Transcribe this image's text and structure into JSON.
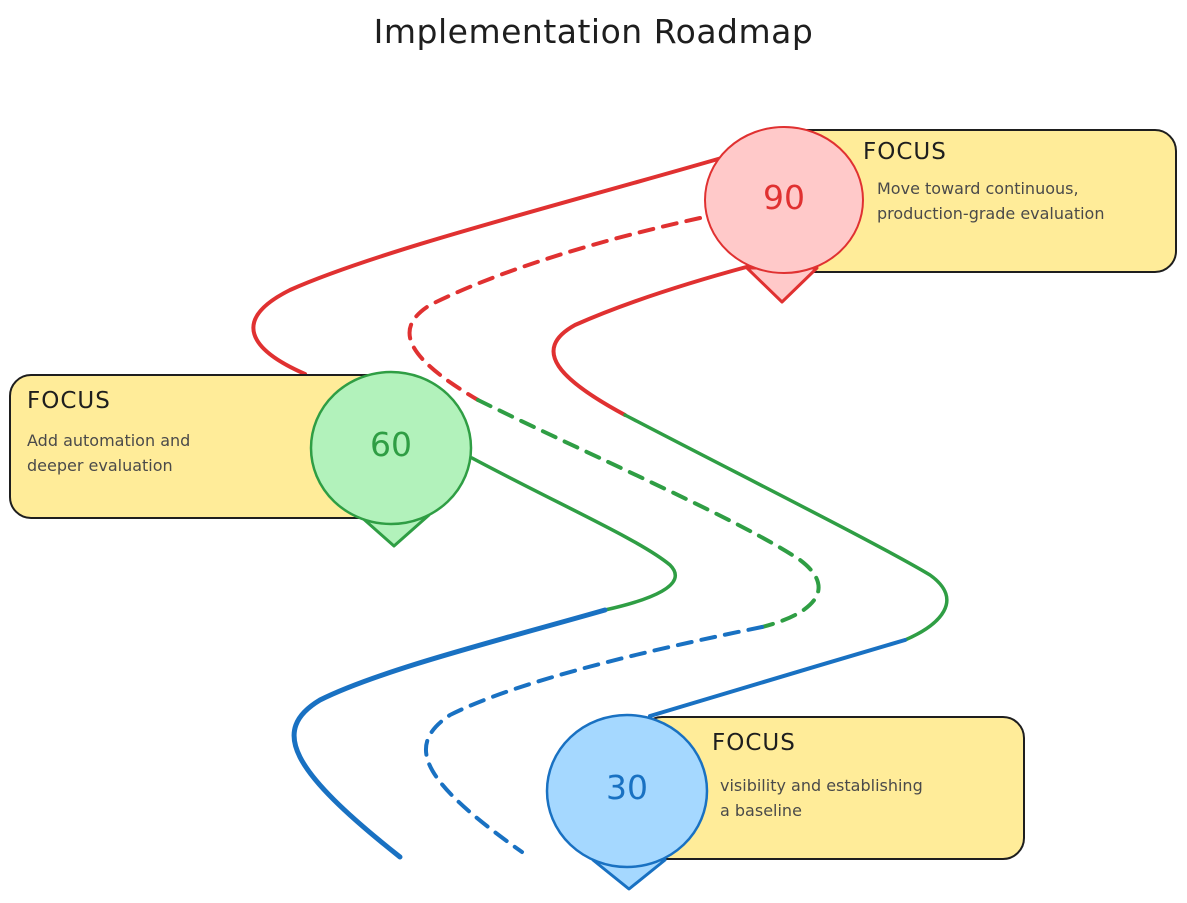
{
  "title": "Implementation Roadmap",
  "colors": {
    "phase_90": "#e03131",
    "phase_90_fill": "#ffc9c9",
    "phase_60": "#2f9e44",
    "phase_60_fill": "#b2f2bb",
    "phase_30": "#1971c2",
    "phase_30_fill": "#a5d8ff",
    "card_fill": "#ffec99"
  },
  "milestones": [
    {
      "value": "90",
      "heading": "FOCUS",
      "description_lines": [
        "Move toward continuous,",
        "production-grade evaluation"
      ]
    },
    {
      "value": "60",
      "heading": "FOCUS",
      "description_lines": [
        "Add automation and",
        "deeper evaluation"
      ]
    },
    {
      "value": "30",
      "heading": "FOCUS",
      "description_lines": [
        "visibility and establishing",
        "a baseline"
      ]
    }
  ]
}
